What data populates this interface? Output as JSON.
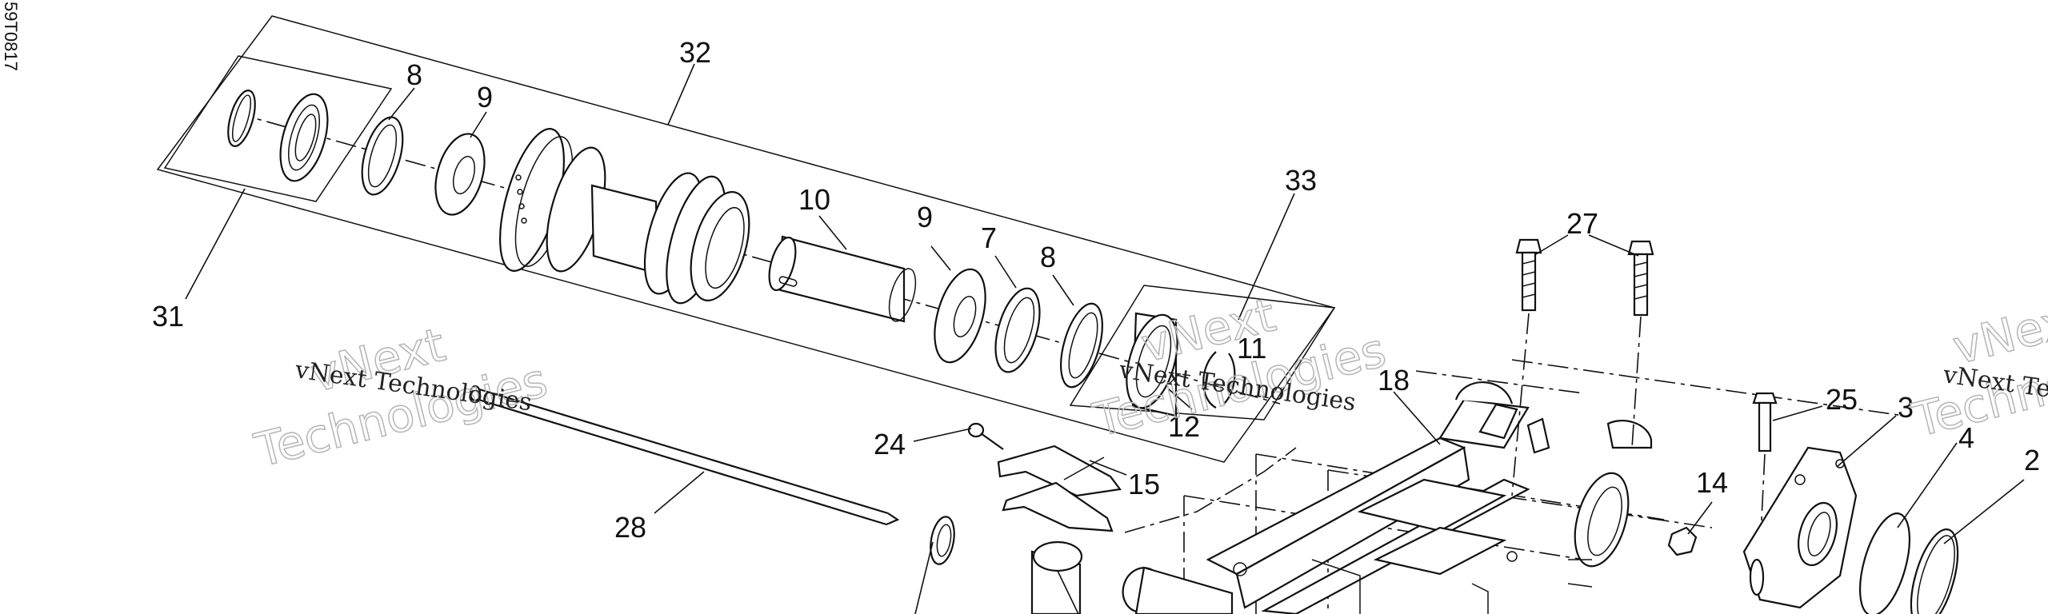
{
  "drawing_code": "59T0817",
  "watermarks": {
    "brand_word_1": "vNext",
    "brand_word_2": "Technologies",
    "caption": "vNext Technologies"
  },
  "callouts": {
    "c32": "32",
    "c31": "31",
    "c8a": "8",
    "c9a": "9",
    "c10": "10",
    "c9b": "9",
    "c7": "7",
    "c8b": "8",
    "c33": "33",
    "c11": "11",
    "c12": "12",
    "c27": "27",
    "c18": "18",
    "c25": "25",
    "c3": "3",
    "c4": "4",
    "c2x": "2",
    "c24": "24",
    "c15": "15",
    "c14": "14",
    "c28": "28"
  }
}
